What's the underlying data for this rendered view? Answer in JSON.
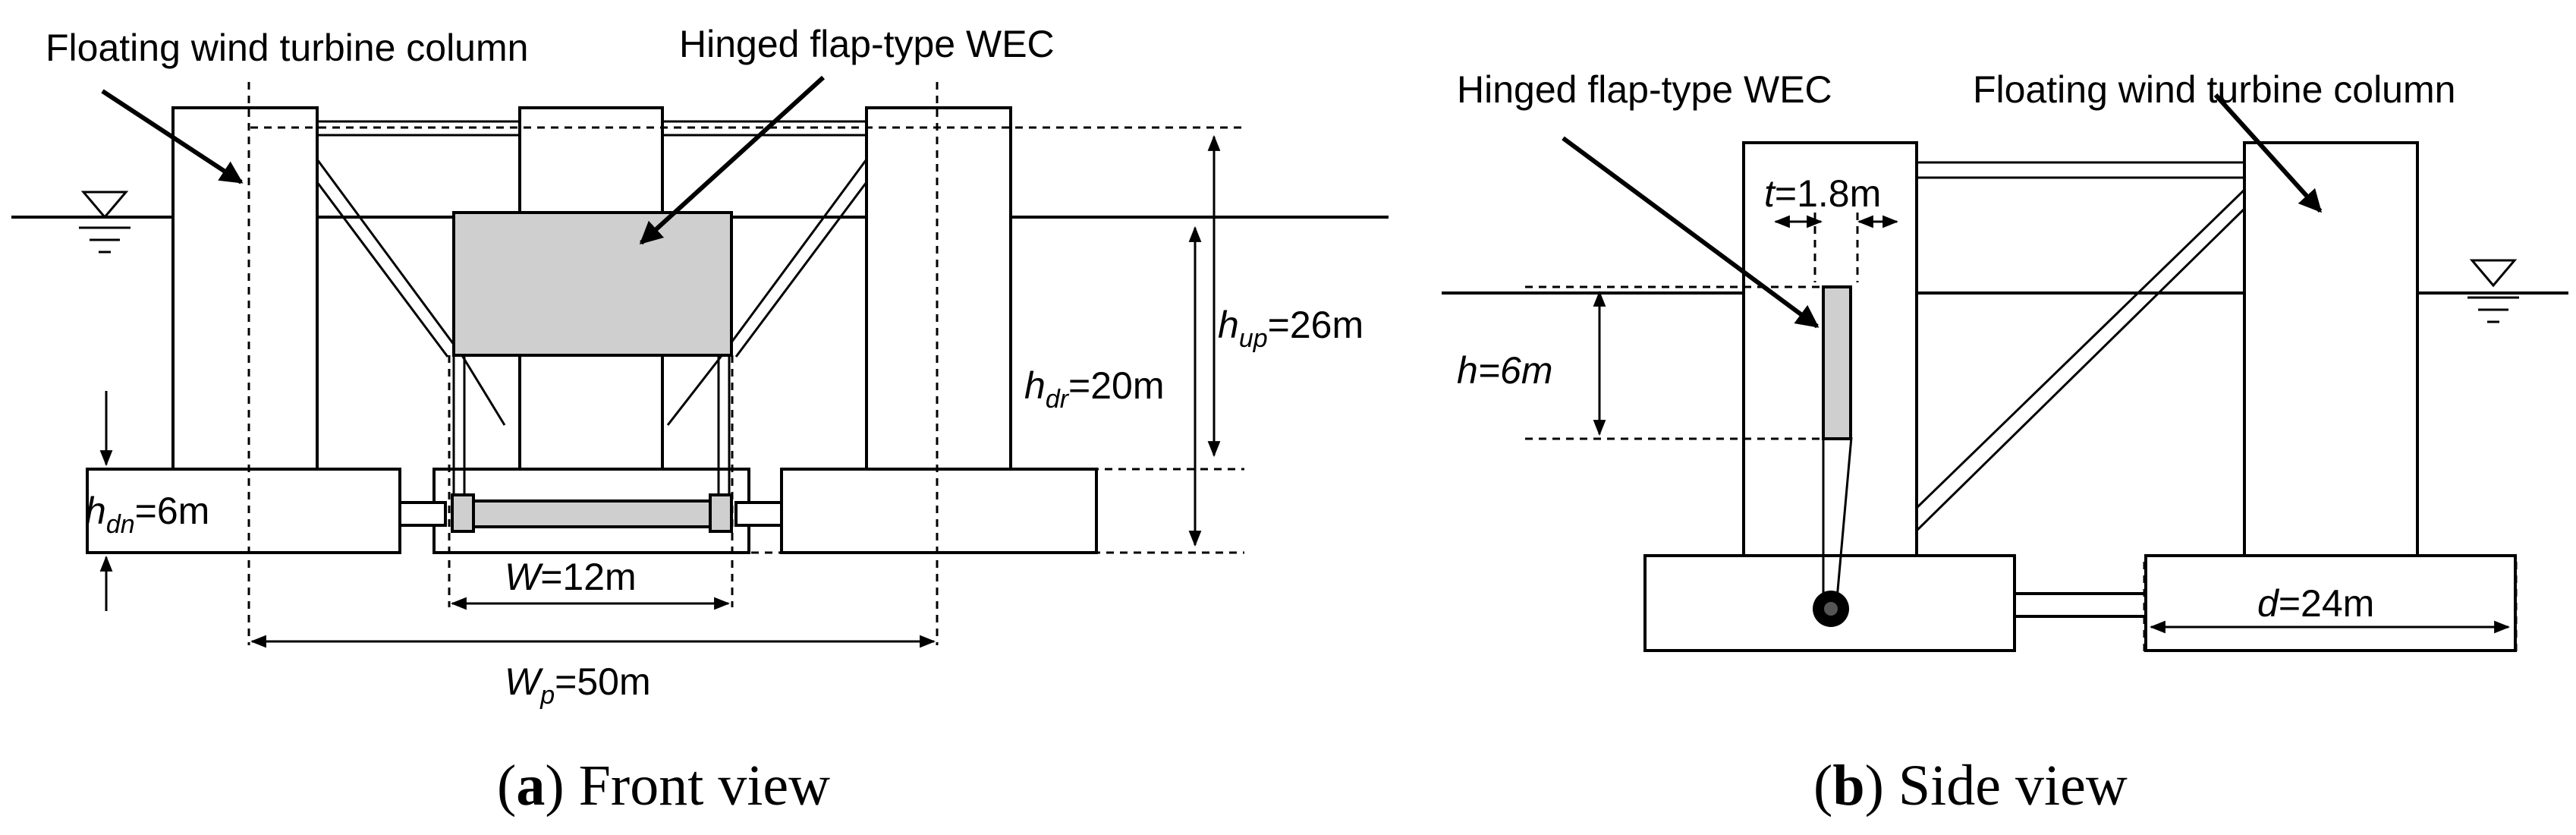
{
  "front": {
    "label_column": "Floating wind turbine column",
    "label_wec": "Hinged flap-type WEC",
    "dim_hup_base": "h",
    "dim_hup_sub": "up",
    "dim_hup_val": "=26m",
    "dim_hdr_base": "h",
    "dim_hdr_sub": "dr",
    "dim_hdr_val": "=20m",
    "dim_hdn_base": "h",
    "dim_hdn_sub": "dn",
    "dim_hdn_val": "=6m",
    "dim_w_base": "W",
    "dim_w_val": "=12m",
    "dim_wp_base": "W",
    "dim_wp_sub": "p",
    "dim_wp_val": "=50m",
    "caption_letter": "a",
    "caption_text": " Front view"
  },
  "side": {
    "label_wec": "Hinged flap-type WEC",
    "label_column": "Floating wind turbine column",
    "dim_t_base": "t",
    "dim_t_val": "=1.8m",
    "dim_h_text": "h=6m",
    "dim_d_base": "d",
    "dim_d_val": "=24m",
    "caption_letter": "b",
    "caption_text": " Side view"
  }
}
